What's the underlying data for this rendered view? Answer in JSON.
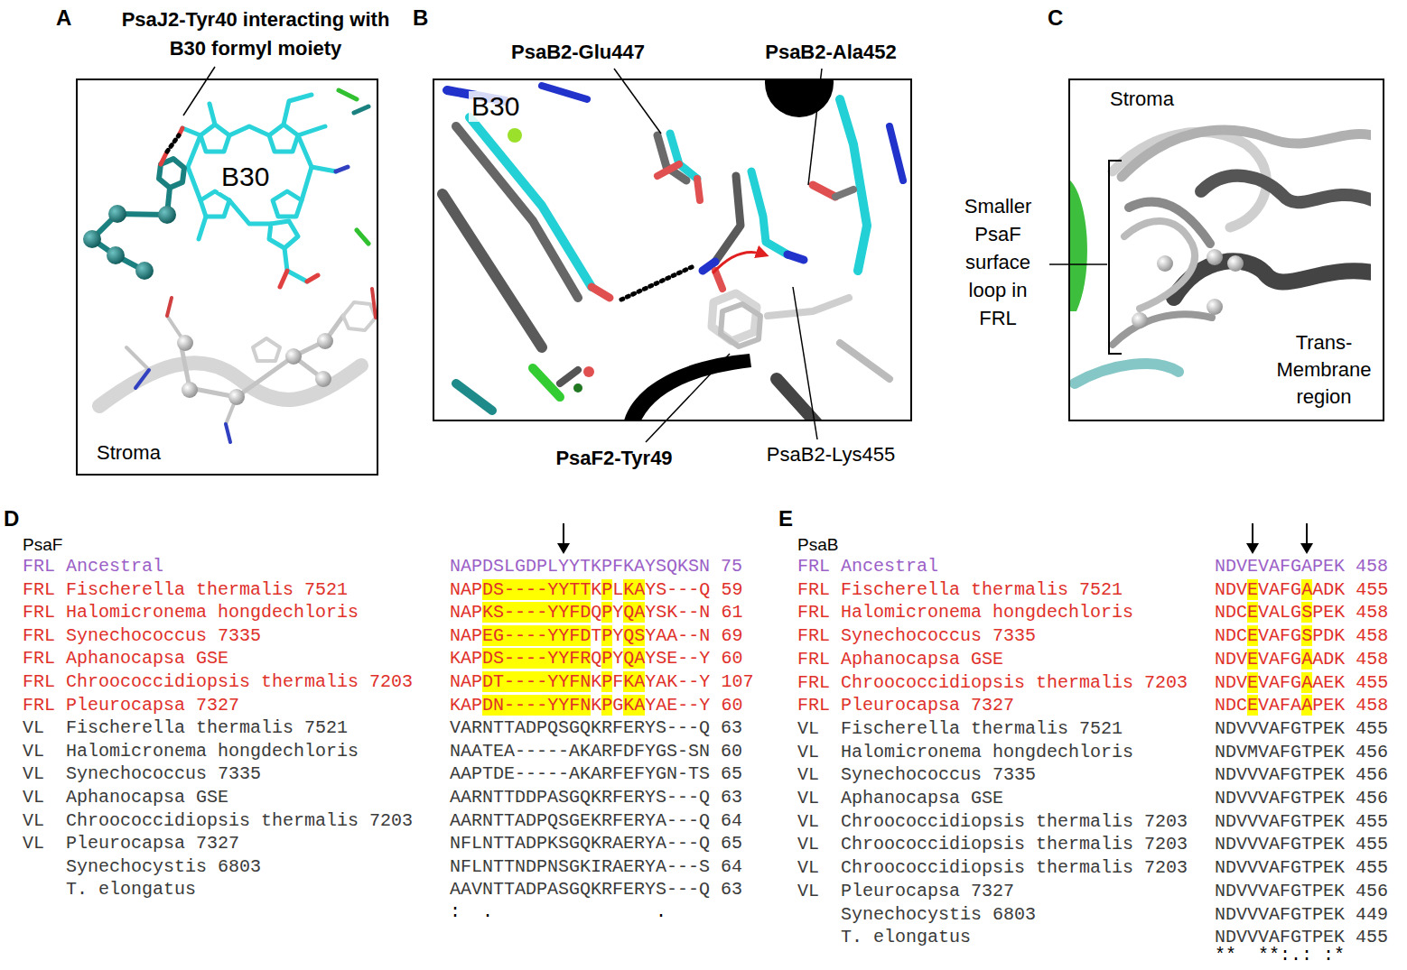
{
  "diagram": {
    "nodes": [
      {
        "text": [
          "B30",
          "Stroma"
        ]
      },
      {
        "text": [
          "B30"
        ]
      },
      {
        "text": [
          "Stroma",
          "Trans-Membrane region"
        ]
      }
    ],
    "labels": [
      "A",
      "PsaJ2-Tyr40 interacting with B30 formyl moiety",
      "B",
      "PsaB2-Glu447",
      "PsaB2-Ala452",
      "PsaF2-Tyr49",
      "PsaB2-Lys455",
      "C",
      "Smaller PsaF surface loop in FRL",
      "D",
      "PsaF",
      "FRL",
      "Ancestral",
      "NAPDSLGDPLYYTKPFKAYSQKSN 75",
      "FRL",
      "Fischerella thermalis 7521",
      "NAPDS----YYTTKPLKAYS---Q 59",
      "FRL",
      "Halomicronema hongdechloris",
      "NAPKS----YYFDQPYQAYSK--N 61",
      "FRL",
      "Synechococcus 7335",
      "NAPEG----YYFDTPYQSYAA--N 69",
      "FRL",
      "Aphanocapsa GSE",
      "KAPDS----YYFRQPYQAYSE--Y 60",
      "FRL",
      "Chroococcidiopsis thermalis 7203",
      "NAPDT----YYFNKPFKAYAK--Y 107",
      "FRL",
      "Pleurocapsa 7327",
      "KAPDN----YYFNKPGKAYAE--Y 60",
      "VL",
      "Fischerella thermalis 7521",
      "VARNTTADPQSGQKRFERYS---Q 63",
      "VL",
      "Halomicronema hongdechloris",
      "NAATEA-----AKARFDFYGS-SN 60",
      "VL",
      "Synechococcus 7335",
      "AAPTDE-----AKARFEFYGN-TS 65",
      "VL",
      "Aphanocapsa GSE",
      "AARNTTDDPASGQKRFERYS---Q 63",
      "VL",
      "Chroococcidiopsis thermalis 7203",
      "AARNTTADPQSGEKRFERYA---Q 64",
      "VL",
      "Pleurocapsa 7327",
      "NFLNTTADPKSGQKRAERYA---Q 65",
      "Synechocystis 6803",
      "NFLNTTNDPNSGKIRAERYA---S 64",
      "T. elongatus",
      "AAVNTTADPASGQKRFERYS---Q 63",
      ":  .               .",
      "E",
      "PsaB",
      "FRL",
      "Ancestral",
      "NDVEVAFGAPEK 458",
      "FRL",
      "Fischerella thermalis 7521",
      "NDVEVAFGAADK 455",
      "FRL",
      "Halomicronema hongdechloris",
      "NDCEVALGSPEK 458",
      "FRL",
      "Synechococcus 7335",
      "NDCEVAFGSPDK 458",
      "FRL",
      "Aphanocapsa GSE",
      "NDVEVAFGAADK 458",
      "FRL",
      "Chroococcidiopsis thermalis 7203",
      "NDVEVAFGAAEK 455",
      "FRL",
      "Pleurocapsa 7327",
      "NDCEVAFAAPEK 458",
      "VL",
      "Fischerella thermalis 7521",
      "NDVVVAFGTPEK 455",
      "VL",
      "Halomicronema hongdechloris",
      "NDVMVAFGTPEK 456",
      "VL",
      "Synechococcus 7335",
      "NDVVVAFGTPEK 456",
      "VL",
      "Aphanocapsa GSE",
      "NDVVVAFGTPEK 456",
      "VL",
      "Chroococcidiopsis thermalis 7203",
      "NDVVVAFGTPEK 455",
      "VL",
      "Chroococcidiopsis thermalis 7203",
      "NDVVVAFGTPEK 455",
      "VL",
      "Chroococcidiopsis thermalis 7203",
      "NDVVVAFGTPEK 455",
      "VL",
      "Pleurocapsa 7327",
      "NDVVVAFGTPEK 456",
      "Synechocystis 6803",
      "NDVVVAFGTPEK 449",
      "T. elongatus",
      "NDVVVAFGTPEK 455",
      "**  **:.: :*"
    ]
  }
}
